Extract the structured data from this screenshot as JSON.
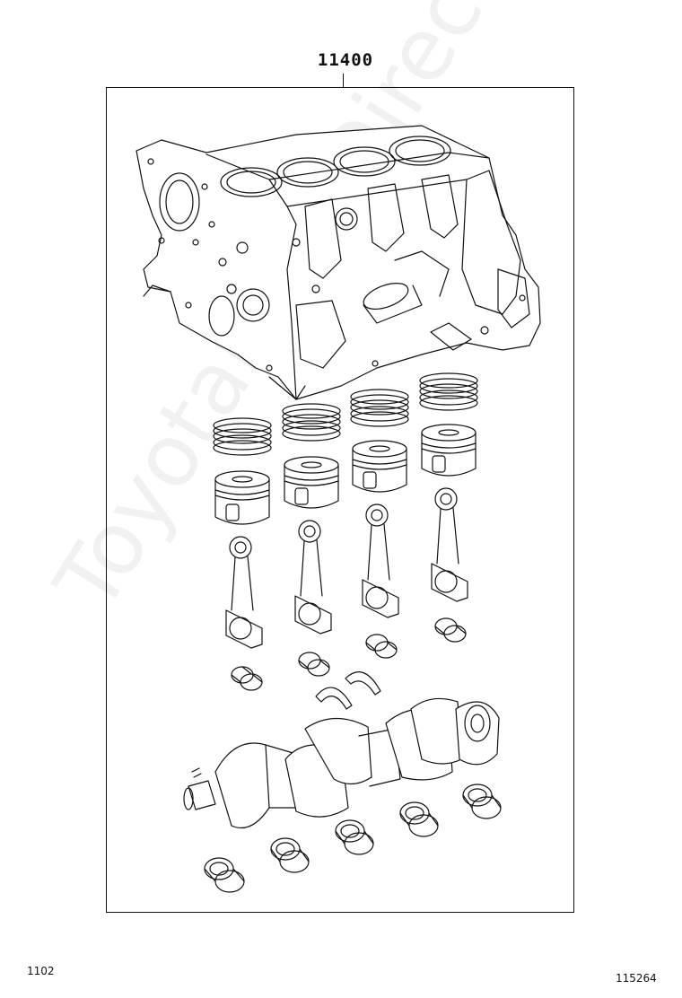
{
  "diagram": {
    "part_number": "11400",
    "figure_code": "1102",
    "drawing_code": "115264",
    "watermark": "ToyotaPartsDirect.ru",
    "components": [
      "cylinder-block",
      "piston-ring-set",
      "piston",
      "connecting-rod",
      "connecting-rod-bearing",
      "thrust-washer",
      "crankshaft",
      "crankshaft-main-bearing"
    ]
  }
}
